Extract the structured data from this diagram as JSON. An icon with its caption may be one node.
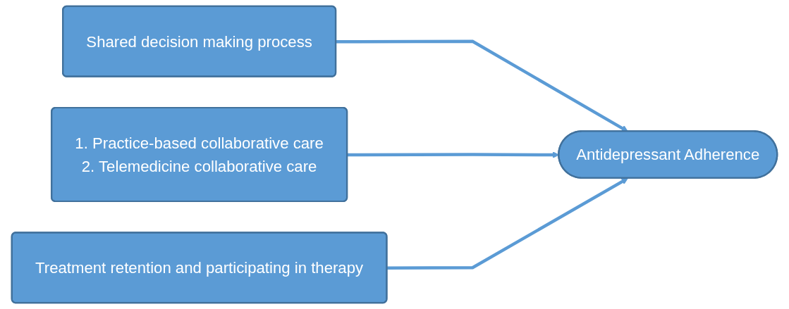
{
  "diagram": {
    "nodes": [
      {
        "text": [
          "Shared decision making process"
        ]
      },
      {
        "text": [
          "1. Practice-based collaborative care",
          "2. Telemedicine collaborative care"
        ]
      },
      {
        "text": [
          "Treatment retention and participating in therapy"
        ]
      },
      {
        "text": [
          "Antidepressant Adherence"
        ]
      }
    ],
    "edges": [
      {
        "from": 0,
        "to": 3,
        "arrow": "to"
      },
      {
        "from": 1,
        "to": 3,
        "arrow": "to"
      },
      {
        "from": 2,
        "to": 3,
        "arrow": "to"
      }
    ]
  }
}
